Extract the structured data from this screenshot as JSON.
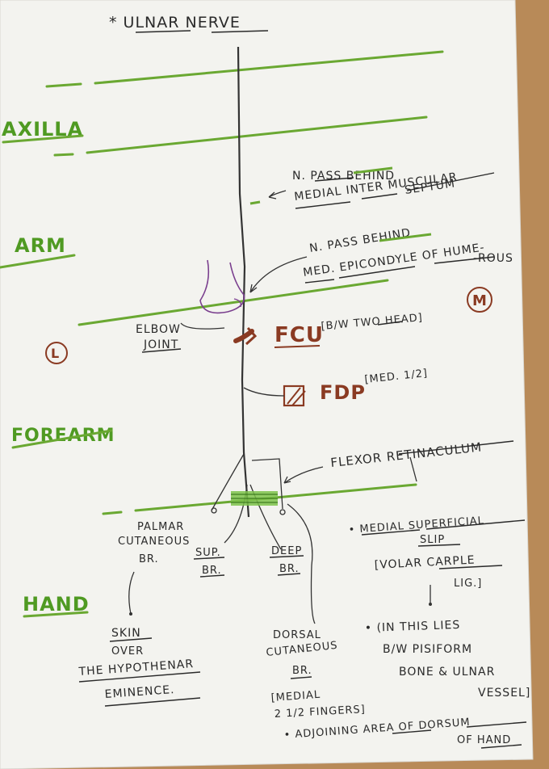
{
  "title": "* ULNAR NERVE",
  "regions": {
    "axilla": "AXILLA",
    "arm": "ARM",
    "forearm": "FOREARM",
    "hand": "HAND"
  },
  "sides": {
    "lateral": "L",
    "medial": "M"
  },
  "notes": {
    "septum_1": "N. PASS BEHIND",
    "septum_2": "MEDIAL INTER MUSCULAR",
    "septum_3": "SEPTUM",
    "epicondyle_1": "N. PASS BEHIND",
    "epicondyle_2": "MED. EPICONDYLE OF HUME-",
    "epicondyle_3": "-ROUS",
    "elbow_1": "ELBOW",
    "elbow_2": "JOINT",
    "fcu": "FCU",
    "fcu_detail": "[B/W TWO HEAD]",
    "fdp": "FDP",
    "fdp_detail": "[MED. 1/2]",
    "flexor_retinaculum": "FLEXOR RETINACULUM",
    "palmar_1": "PALMAR",
    "palmar_2": "CUTANEOUS",
    "palmar_3": "BR.",
    "sup_1": "SUP.",
    "sup_2": "BR.",
    "deep_1": "DEEP",
    "deep_2": "BR.",
    "medial_sup_1": "• MEDIAL SUPERFICIAL",
    "medial_sup_2": "SLIP",
    "volar_1": "[VOLAR CARPLE",
    "volar_2": "LIG.]",
    "lies_1": "• (IN THIS LIES",
    "lies_2": "B/W PISIFORM",
    "lies_3": "BONE & ULNAR",
    "lies_4": "VESSEL]",
    "skin_1": "SKIN",
    "skin_2": "OVER",
    "skin_3": "THE HYPOTHENAR",
    "skin_4": "EMINENCE.",
    "dorsal_1": "DORSAL",
    "dorsal_2": "CUTANEOUS",
    "dorsal_3": "BR.",
    "fingers_1": "[MEDIAL",
    "fingers_2": "2 1/2 FINGERS]",
    "dorsum_1": "• ADJOINING AREA OF DORSUM",
    "dorsum_2": "OF HAND"
  },
  "colors": {
    "paper": "#f4f4f0",
    "ink": "#2a2a2a",
    "green": "#4f9a22",
    "brown": "#8a3a22",
    "purple": "#7a3f8e"
  }
}
